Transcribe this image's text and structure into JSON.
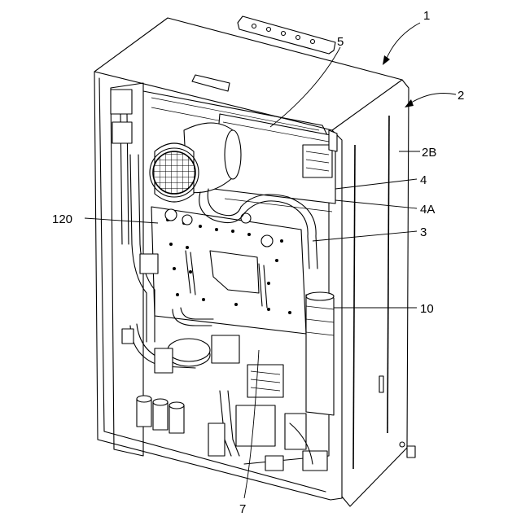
{
  "diagram": {
    "callouts": [
      {
        "id": "c1",
        "text": "1"
      },
      {
        "id": "c2",
        "text": "2"
      },
      {
        "id": "c2b",
        "text": "2B"
      },
      {
        "id": "c5",
        "text": "5"
      },
      {
        "id": "c4",
        "text": "4"
      },
      {
        "id": "c4a",
        "text": "4A"
      },
      {
        "id": "c3",
        "text": "3"
      },
      {
        "id": "c10",
        "text": "10"
      },
      {
        "id": "c120",
        "text": "120"
      },
      {
        "id": "c7",
        "text": "7"
      }
    ]
  }
}
